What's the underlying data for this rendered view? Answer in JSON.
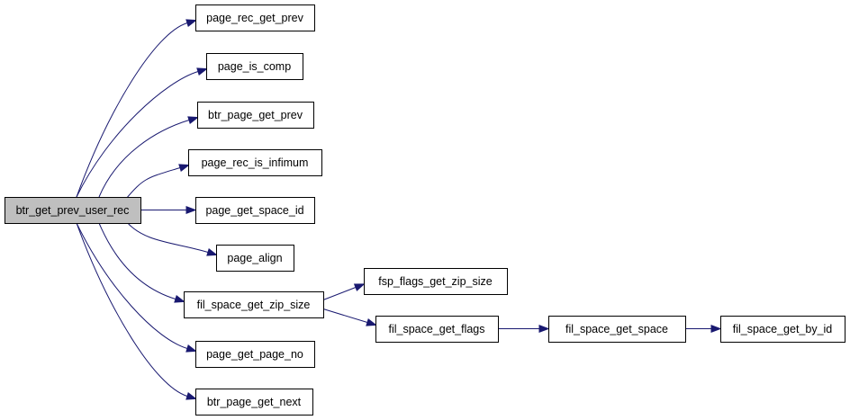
{
  "graph": {
    "edge_color": "#191970",
    "root_fill": "#bfbfbf",
    "nodes": [
      {
        "id": "btr_get_prev_user_rec",
        "label": "btr_get_prev_user_rec",
        "root": true
      },
      {
        "id": "page_rec_get_prev",
        "label": "page_rec_get_prev"
      },
      {
        "id": "page_is_comp",
        "label": "page_is_comp"
      },
      {
        "id": "btr_page_get_prev",
        "label": "btr_page_get_prev"
      },
      {
        "id": "page_rec_is_infimum",
        "label": "page_rec_is_infimum"
      },
      {
        "id": "page_get_space_id",
        "label": "page_get_space_id"
      },
      {
        "id": "page_align",
        "label": "page_align"
      },
      {
        "id": "fil_space_get_zip_size",
        "label": "fil_space_get_zip_size"
      },
      {
        "id": "page_get_page_no",
        "label": "page_get_page_no"
      },
      {
        "id": "btr_page_get_next",
        "label": "btr_page_get_next"
      },
      {
        "id": "fsp_flags_get_zip_size",
        "label": "fsp_flags_get_zip_size"
      },
      {
        "id": "fil_space_get_flags",
        "label": "fil_space_get_flags"
      },
      {
        "id": "fil_space_get_space",
        "label": "fil_space_get_space"
      },
      {
        "id": "fil_space_get_by_id",
        "label": "fil_space_get_by_id"
      }
    ],
    "edges": [
      {
        "from": "btr_get_prev_user_rec",
        "to": "page_rec_get_prev"
      },
      {
        "from": "btr_get_prev_user_rec",
        "to": "page_is_comp"
      },
      {
        "from": "btr_get_prev_user_rec",
        "to": "btr_page_get_prev"
      },
      {
        "from": "btr_get_prev_user_rec",
        "to": "page_rec_is_infimum"
      },
      {
        "from": "btr_get_prev_user_rec",
        "to": "page_get_space_id"
      },
      {
        "from": "btr_get_prev_user_rec",
        "to": "page_align"
      },
      {
        "from": "btr_get_prev_user_rec",
        "to": "fil_space_get_zip_size"
      },
      {
        "from": "btr_get_prev_user_rec",
        "to": "page_get_page_no"
      },
      {
        "from": "btr_get_prev_user_rec",
        "to": "btr_page_get_next"
      },
      {
        "from": "fil_space_get_zip_size",
        "to": "fsp_flags_get_zip_size"
      },
      {
        "from": "fil_space_get_zip_size",
        "to": "fil_space_get_flags"
      },
      {
        "from": "fil_space_get_flags",
        "to": "fil_space_get_space"
      },
      {
        "from": "fil_space_get_space",
        "to": "fil_space_get_by_id"
      }
    ]
  }
}
